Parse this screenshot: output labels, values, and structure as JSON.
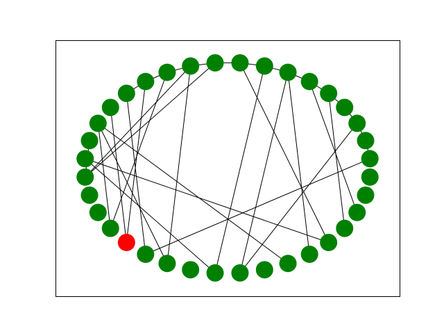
{
  "graph": {
    "type": "ring-network",
    "node_count": 36,
    "highlighted_node": 0,
    "node_color": "#008000",
    "highlight_color": "#ff0000",
    "edge_color": "#000000",
    "frame_color": "#000000",
    "background_color": "#ffffff",
    "ring_edges": [
      [
        9,
        10
      ],
      [
        10,
        11
      ],
      [
        11,
        12
      ],
      [
        12,
        13
      ],
      [
        13,
        14
      ],
      [
        14,
        15
      ],
      [
        15,
        16
      ],
      [
        16,
        17
      ],
      [
        17,
        18
      ],
      [
        18,
        19
      ],
      [
        19,
        20
      ],
      [
        20,
        21
      ],
      [
        21,
        22
      ]
    ],
    "chords": [
      [
        34,
        12
      ],
      [
        34,
        7
      ],
      [
        32,
        15
      ],
      [
        32,
        5
      ],
      [
        27,
        5
      ],
      [
        29,
        7
      ],
      [
        28,
        16
      ],
      [
        27,
        14
      ],
      [
        4,
        6
      ],
      [
        4,
        12
      ],
      [
        4,
        13
      ],
      [
        25,
        17
      ],
      [
        0,
        10
      ],
      [
        0,
        8
      ],
      [
        1,
        7
      ],
      [
        1,
        11
      ],
      [
        26,
        18
      ],
      [
        31,
        16
      ],
      [
        35,
        9
      ],
      [
        35,
        22
      ],
      [
        31,
        20
      ]
    ]
  }
}
